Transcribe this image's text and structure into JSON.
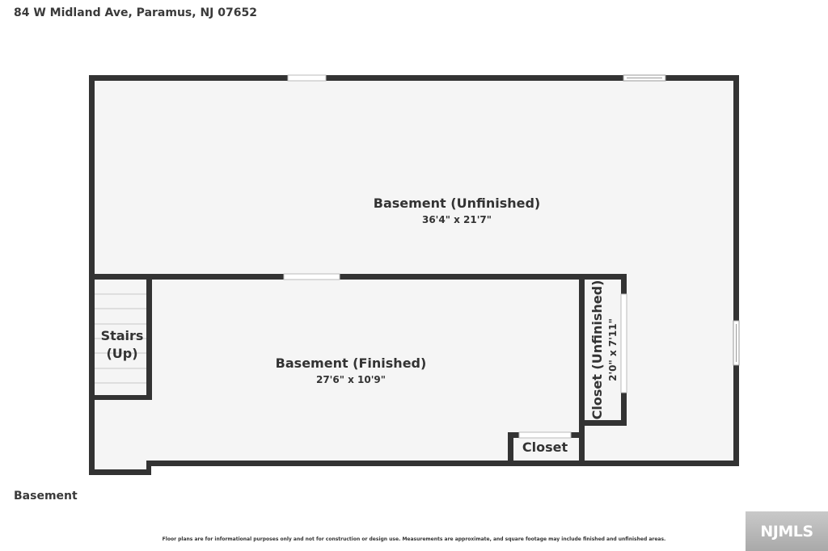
{
  "header": {
    "address": "84 W Midland Ave, Paramus, NJ 07652"
  },
  "floor": {
    "label": "Basement"
  },
  "rooms": {
    "unfinished": {
      "name": "Basement (Unfinished)",
      "dims": "36'4\" x 21'7\""
    },
    "finished": {
      "name": "Basement (Finished)",
      "dims": "27'6\" x 10'9\""
    },
    "stairs": {
      "name_line1": "Stairs",
      "name_line2": "(Up)"
    },
    "closet_unfinished": {
      "name": "Closet (Unfinished)",
      "dims": "2'0\" x 7'11\""
    },
    "closet": {
      "name": "Closet"
    }
  },
  "footer": {
    "disclaimer": "Floor plans are for informational purposes only and not for construction or design use. Measurements are approximate, and square footage may include finished and unfinished areas.",
    "logo_text": "NJMLS"
  },
  "colors": {
    "wall": "#333333",
    "floor": "#f5f5f5",
    "window": "#ffffff"
  }
}
